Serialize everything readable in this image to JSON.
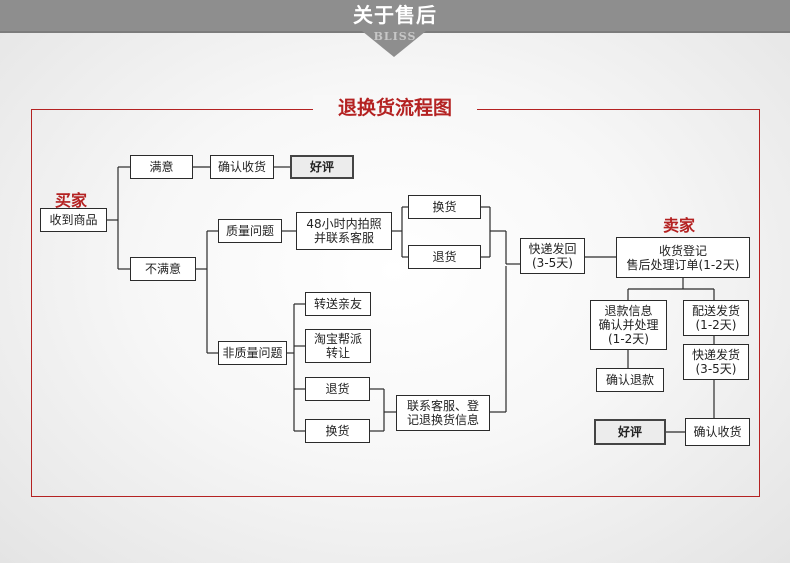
{
  "header": {
    "title": "关于售后",
    "subtitle": "BLISS"
  },
  "diagram": {
    "title": "退换货流程图",
    "buyer_label": "买家",
    "seller_label": "卖家",
    "nodes": {
      "receive_goods": "收到商品",
      "satisfied": "满意",
      "confirm_receipt": "确认收货",
      "good_review": "好评",
      "unsatisfied": "不满意",
      "quality_issue": "质量问题",
      "photo_contact": "48小时内拍照\n并联系客服",
      "exchange": "换货",
      "return": "退货",
      "non_quality_issue": "非质量问题",
      "gift_to_friend": "转送亲友",
      "taobao_help": "淘宝帮派\n转让",
      "return2": "退货",
      "exchange2": "换货",
      "contact_register": "联系客服、登\n记退换货信息",
      "express_return": "快递发回\n(3-5天)",
      "seller_register": "收货登记\n售后处理订单(1-2天)",
      "refund_info": "退款信息\n确认并处理\n(1-2天)",
      "ship_out": "配送发货\n(1-2天)",
      "express_ship": "快递发货\n(3-5天)",
      "confirm_refund": "确认退款",
      "good_review2": "好评",
      "confirm_receipt2": "确认收货"
    }
  },
  "colors": {
    "accent": "#b42222",
    "header_bg": "#8e8e8e",
    "line": "#2b2b2b"
  }
}
